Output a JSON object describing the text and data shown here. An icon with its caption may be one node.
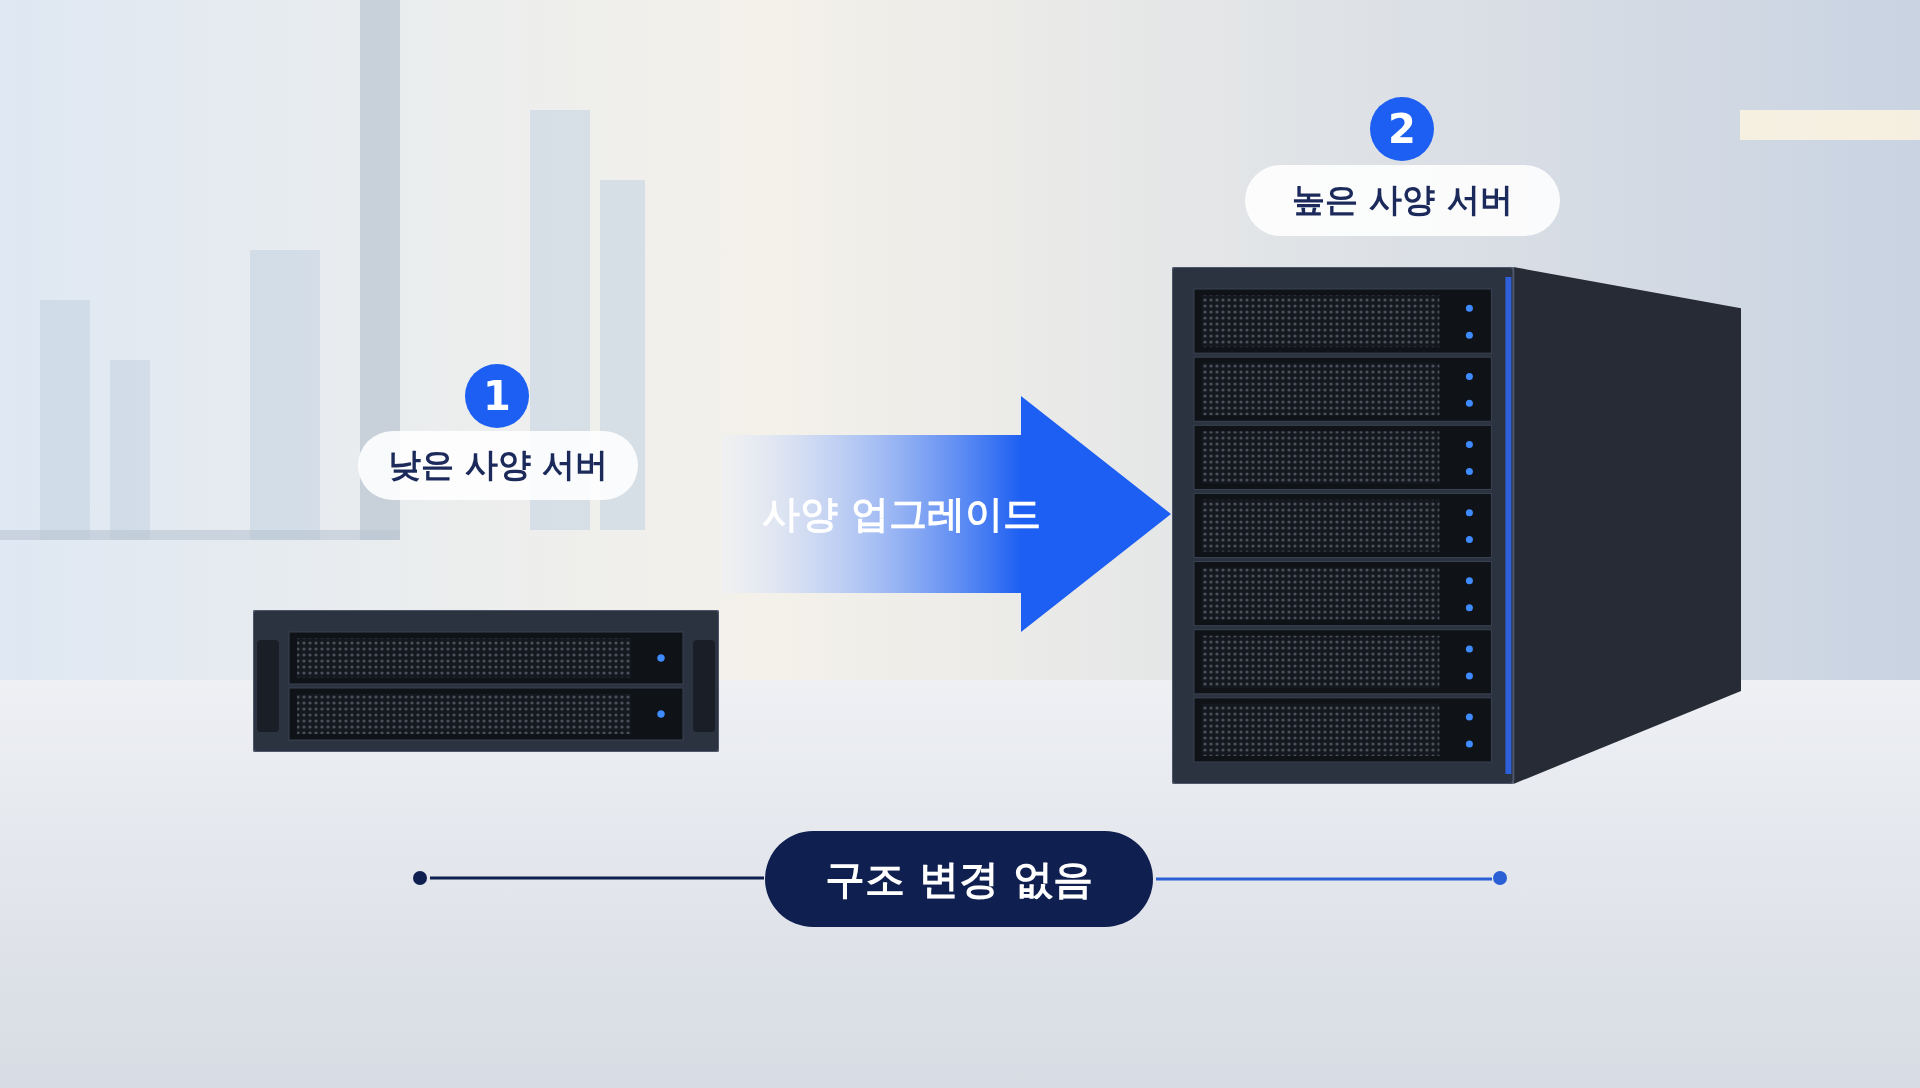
{
  "diagram": {
    "nodes": [
      {
        "text": [
          "1"
        ]
      },
      {
        "text": [
          "낮은 사양 서버"
        ]
      },
      {
        "text": [],
        "shape": "picture"
      },
      {
        "text": [
          "2"
        ]
      },
      {
        "text": [
          "높은 사양 서버"
        ]
      },
      {
        "text": [],
        "shape": "picture"
      },
      {
        "text": [],
        "shape": "circle"
      },
      {
        "text": [
          "구조 변경 없음"
        ]
      },
      {
        "text": [],
        "shape": "circle"
      }
    ],
    "edges": [
      {
        "from": 2,
        "to": 5,
        "arrow": "to",
        "label": "사양 업그레이드",
        "style": "thick"
      },
      {
        "from": 6,
        "to": 7,
        "arrow": "none"
      },
      {
        "from": 7,
        "to": 8,
        "arrow": "none",
        "color": "#2a5fd6"
      }
    ]
  }
}
